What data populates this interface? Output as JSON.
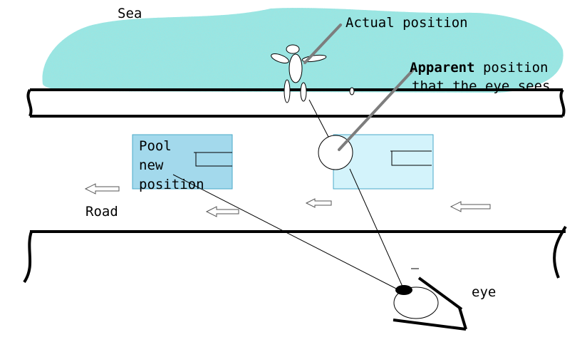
{
  "labels": {
    "sea": "Sea",
    "actual_position": "Actual position",
    "apparent_word": "Apparent",
    "apparent_rest": " position",
    "apparent_line2": "that the eye sees",
    "pool_line1": "Pool",
    "pool_line2": "new",
    "pool_line3": "position",
    "road": "Road",
    "eye": "eye"
  },
  "colors": {
    "sea": "#4ecdc6",
    "pool_new": "#a3d9ec",
    "pool_actual": "#d3f3fb",
    "outline": "#000000",
    "pointer": "#7d7d7d"
  },
  "icons": {
    "person": "swimmer-figure-icon",
    "arrow": "left-arrow-icon",
    "eye": "eye-icon"
  }
}
